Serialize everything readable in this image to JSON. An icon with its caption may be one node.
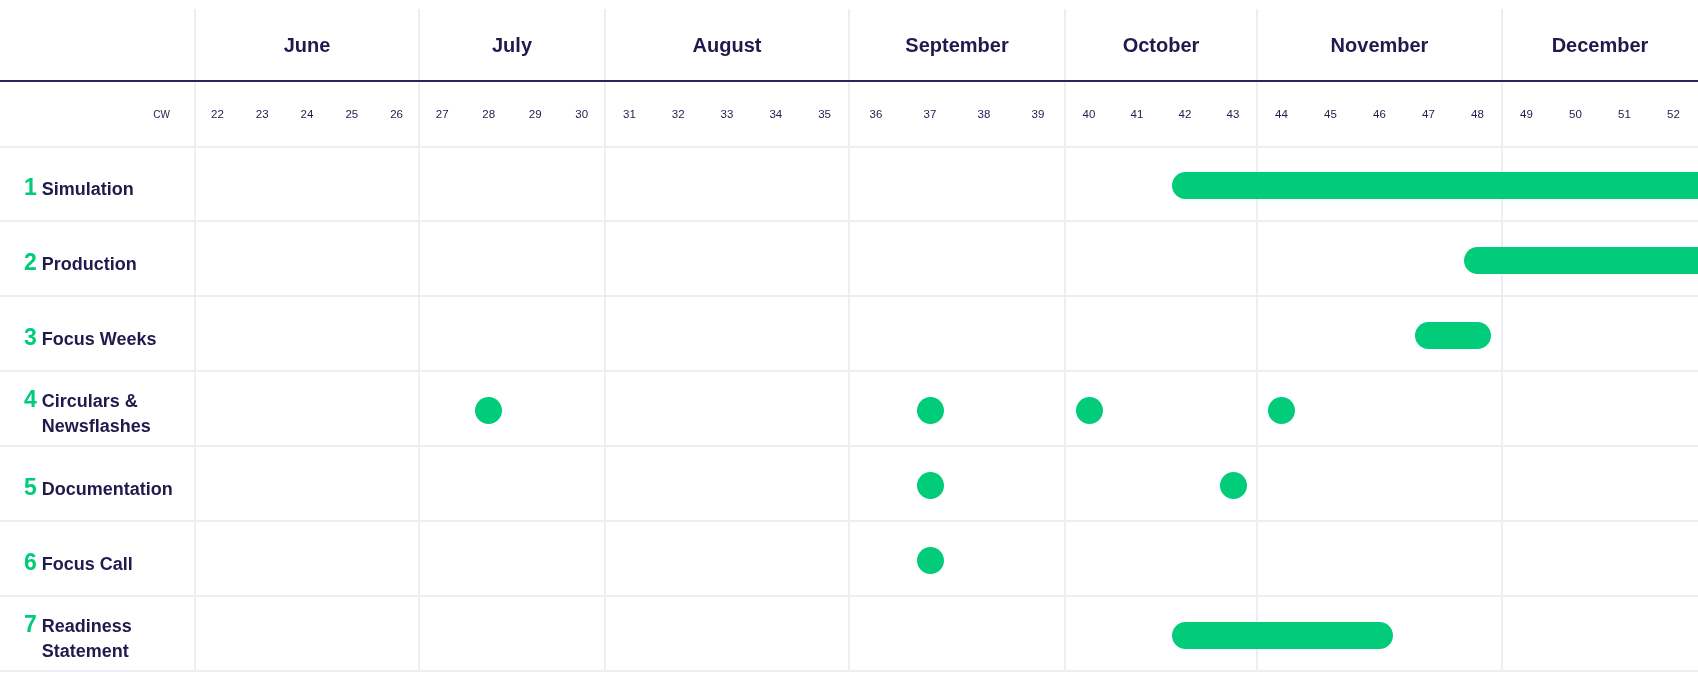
{
  "diagram": {
    "nodes": [
      {
        "text": [
          "1",
          "Simulation"
        ]
      },
      {
        "text": [],
        "shape": "bar",
        "in": 0
      },
      {
        "text": [
          "2",
          "Production"
        ]
      },
      {
        "text": [],
        "shape": "bar",
        "in": 2
      },
      {
        "text": [
          "3",
          "Focus Weeks"
        ]
      },
      {
        "text": [],
        "shape": "bar",
        "in": 4
      },
      {
        "text": [
          "4",
          "Circulars & Newsflashes"
        ]
      },
      {
        "text": [],
        "shape": "circle",
        "in": 6
      },
      {
        "text": [],
        "shape": "circle",
        "in": 6
      },
      {
        "text": [],
        "shape": "circle",
        "in": 6
      },
      {
        "text": [],
        "shape": "circle",
        "in": 6
      },
      {
        "text": [
          "5",
          "Documentation"
        ]
      },
      {
        "text": [],
        "shape": "circle",
        "in": 11
      },
      {
        "text": [],
        "shape": "circle",
        "in": 11
      },
      {
        "text": [
          "6",
          "Focus Call"
        ]
      },
      {
        "text": [],
        "shape": "circle",
        "in": 14
      },
      {
        "text": [
          "7",
          "Readiness Statement"
        ]
      },
      {
        "text": [],
        "shape": "bar",
        "in": 16
      }
    ],
    "labels": [
      "June",
      "July",
      "August",
      "September",
      "October",
      "November",
      "December",
      "CW",
      "22",
      "23",
      "24",
      "25",
      "26",
      "27",
      "28",
      "29",
      "30",
      "31",
      "32",
      "33",
      "34",
      "35",
      "36",
      "37",
      "38",
      "39",
      "40",
      "41",
      "42",
      "43",
      "44",
      "45",
      "46",
      "47",
      "48",
      "49",
      "50",
      "51",
      "52"
    ]
  }
}
